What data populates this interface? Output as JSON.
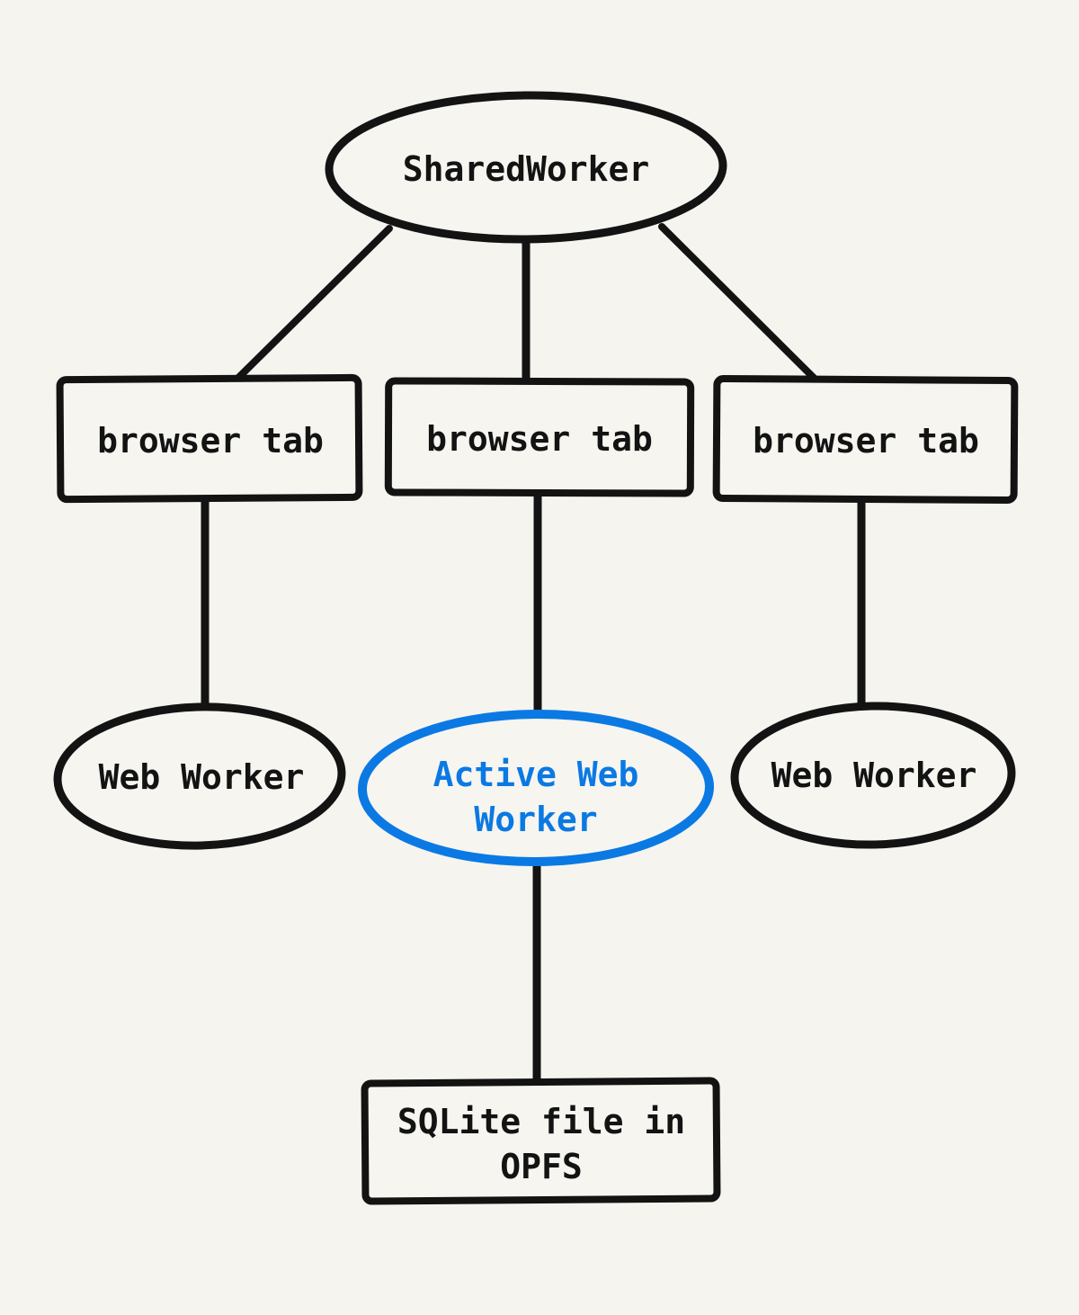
{
  "diagram": {
    "background_color": "#f5f4ef",
    "ink_color": "#131313",
    "accent_color": "#0b79e3",
    "nodes": {
      "shared_worker": {
        "label": "SharedWorker",
        "shape": "ellipse",
        "color": "#131313"
      },
      "browser_tab_left": {
        "label": "browser tab",
        "shape": "rectangle",
        "color": "#131313"
      },
      "browser_tab_middle": {
        "label": "browser tab",
        "shape": "rectangle",
        "color": "#131313"
      },
      "browser_tab_right": {
        "label": "browser tab",
        "shape": "rectangle",
        "color": "#131313"
      },
      "web_worker_left": {
        "label": "Web Worker",
        "shape": "ellipse",
        "color": "#131313"
      },
      "active_web_worker": {
        "label": "Active Web Worker",
        "shape": "ellipse",
        "color": "#0b79e3"
      },
      "web_worker_right": {
        "label": "Web Worker",
        "shape": "ellipse",
        "color": "#131313"
      },
      "sqlite_file": {
        "label": "SQLite file in OPFS",
        "shape": "rectangle",
        "color": "#131313"
      }
    },
    "edges": [
      {
        "from": "shared_worker",
        "to": "browser_tab_left"
      },
      {
        "from": "shared_worker",
        "to": "browser_tab_middle"
      },
      {
        "from": "shared_worker",
        "to": "browser_tab_right"
      },
      {
        "from": "browser_tab_left",
        "to": "web_worker_left"
      },
      {
        "from": "browser_tab_middle",
        "to": "active_web_worker"
      },
      {
        "from": "browser_tab_right",
        "to": "web_worker_right"
      },
      {
        "from": "active_web_worker",
        "to": "sqlite_file"
      }
    ]
  }
}
